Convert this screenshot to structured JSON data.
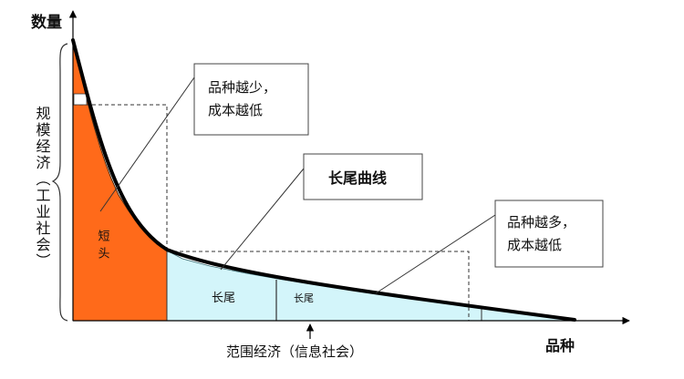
{
  "axes": {
    "y_label": "数量",
    "x_label": "品种"
  },
  "left_bracket": {
    "label": "规模经济（工业社会）"
  },
  "regions": {
    "head_label": "短头",
    "tail1_label": "长尾",
    "tail2_label": "长尾"
  },
  "callouts": {
    "few": {
      "line1": "品种越少，",
      "line2": "成本越低"
    },
    "curve": {
      "title": "长尾曲线"
    },
    "many": {
      "line1": "品种越多，",
      "line2": "成本越低"
    }
  },
  "bottom_label": "范围经济（信息社会）",
  "colors": {
    "head_fill": "#ff6a1a",
    "tail_fill": "#d3f5fa",
    "curve": "#000000",
    "dashed": "#333333"
  }
}
